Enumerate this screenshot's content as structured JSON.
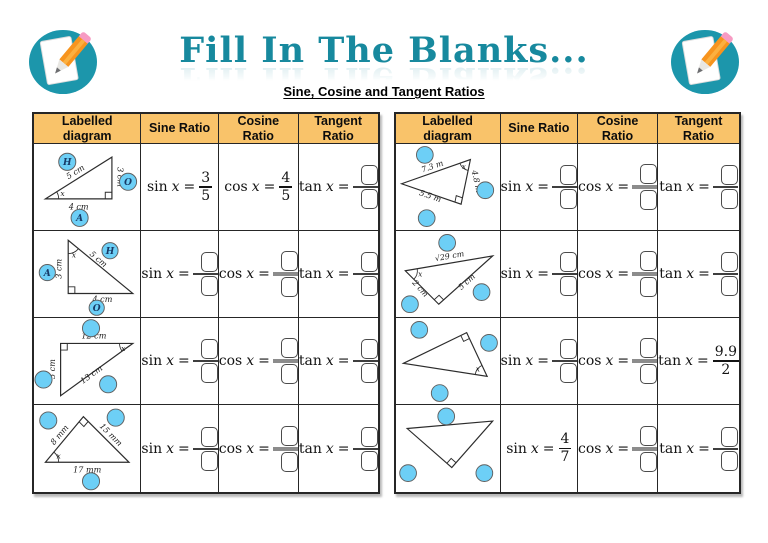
{
  "header": {
    "title": "Fill In The Blanks...",
    "subtitle": "Sine, Cosine and Tangent Ratios"
  },
  "columns": [
    "Labelled diagram",
    "Sine Ratio",
    "Cosine Ratio",
    "Tangent Ratio"
  ],
  "math": {
    "equals": "="
  },
  "colors": {
    "title_teal": "#17899E",
    "header_fill": "#F9C36A",
    "circle_fill": "#6DCFF6",
    "logo_teal": "#1C96AB",
    "pencil_orange": "#F7941E",
    "eraser_pink": "#F79BC3"
  },
  "icons": {
    "logo": "pencil-and-paper-icon",
    "circle": "label-circle"
  },
  "left_table": {
    "rows": [
      {
        "diagram": {
          "sides": [
            "5 cm",
            "3 cm",
            "4 cm"
          ],
          "angle": "x",
          "circles": [
            "H",
            "O",
            "A"
          ]
        },
        "ratios": [
          {
            "func": "sin",
            "variable": "x",
            "num": "3",
            "den": "5"
          },
          {
            "func": "cos",
            "variable": "x",
            "num": "4",
            "den": "5"
          },
          {
            "func": "tan",
            "variable": "x",
            "num": "",
            "den": ""
          }
        ]
      },
      {
        "diagram": {
          "sides": [
            "3 cm",
            "5 cm",
            "4 cm"
          ],
          "angle": "x",
          "circles": [
            "A",
            "H",
            "O"
          ]
        },
        "ratios": [
          {
            "func": "sin",
            "variable": "x",
            "num": "",
            "den": ""
          },
          {
            "func": "cos",
            "variable": "x",
            "num": "",
            "den": ""
          },
          {
            "func": "tan",
            "variable": "x",
            "num": "",
            "den": ""
          }
        ]
      },
      {
        "diagram": {
          "sides": [
            "12 cm",
            "5 cm",
            "13 cm"
          ],
          "angle": "x",
          "circles": [
            "",
            "",
            ""
          ]
        },
        "ratios": [
          {
            "func": "sin",
            "variable": "x",
            "num": "",
            "den": ""
          },
          {
            "func": "cos",
            "variable": "x",
            "num": "",
            "den": ""
          },
          {
            "func": "tan",
            "variable": "x",
            "num": "",
            "den": ""
          }
        ]
      },
      {
        "diagram": {
          "sides": [
            "8 mm",
            "15 mm",
            "17 mm"
          ],
          "angle": "x",
          "circles": [
            "",
            "",
            ""
          ]
        },
        "ratios": [
          {
            "func": "sin",
            "variable": "x",
            "num": "",
            "den": ""
          },
          {
            "func": "cos",
            "variable": "x",
            "num": "",
            "den": ""
          },
          {
            "func": "tan",
            "variable": "x",
            "num": "",
            "den": ""
          }
        ]
      }
    ]
  },
  "right_table": {
    "rows": [
      {
        "diagram": {
          "sides": [
            "7.3 m",
            "4.8 m",
            "5.5 m"
          ],
          "angle": "x",
          "circles": [
            "",
            "",
            ""
          ]
        },
        "ratios": [
          {
            "func": "sin",
            "variable": "x",
            "num": "",
            "den": ""
          },
          {
            "func": "cos",
            "variable": "x",
            "num": "",
            "den": ""
          },
          {
            "func": "tan",
            "variable": "x",
            "num": "",
            "den": ""
          }
        ]
      },
      {
        "diagram": {
          "sides": [
            "√29 cm",
            "2 cm",
            "5 cm"
          ],
          "angle": "x",
          "circles": [
            "",
            "",
            ""
          ]
        },
        "ratios": [
          {
            "func": "sin",
            "variable": "x",
            "num": "",
            "den": ""
          },
          {
            "func": "cos",
            "variable": "x",
            "num": "",
            "den": ""
          },
          {
            "func": "tan",
            "variable": "x",
            "num": "",
            "den": ""
          }
        ]
      },
      {
        "diagram": {
          "sides": [],
          "angle": "x",
          "circles": [
            "",
            "",
            ""
          ]
        },
        "ratios": [
          {
            "func": "sin",
            "variable": "x",
            "num": "",
            "den": ""
          },
          {
            "func": "cos",
            "variable": "x",
            "num": "",
            "den": ""
          },
          {
            "func": "tan",
            "variable": "x",
            "num": "9.9",
            "den": "2"
          }
        ]
      },
      {
        "diagram": {
          "sides": [],
          "angle": "",
          "circles": [
            "",
            "",
            ""
          ]
        },
        "ratios": [
          {
            "func": "sin",
            "variable": "x",
            "num": "4",
            "den": "7"
          },
          {
            "func": "cos",
            "variable": "x",
            "num": "",
            "den": ""
          },
          {
            "func": "tan",
            "variable": "x",
            "num": "",
            "den": ""
          }
        ]
      }
    ]
  }
}
